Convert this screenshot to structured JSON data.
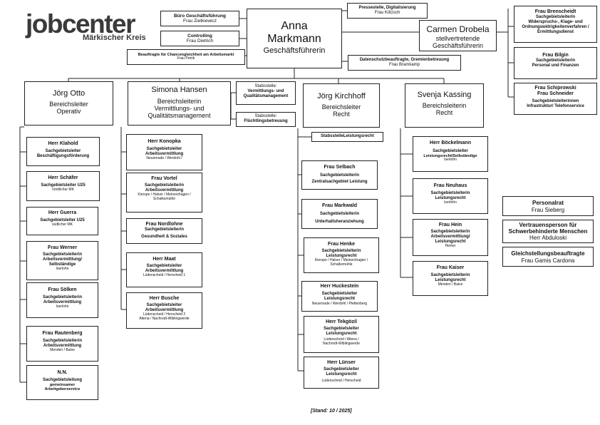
{
  "logo": {
    "name": "jobcenter",
    "region": "Märkischer Kreis"
  },
  "ceo": {
    "first": "Anna",
    "last": "Markmann",
    "title": "Geschäftsführerin"
  },
  "deputy": {
    "name": "Carmen Drobela",
    "title1": "stellvertretende",
    "title2": "Geschäftsführerin"
  },
  "staff_left": {
    "buero": {
      "title": "Büro Geschäftsführung",
      "name": "Frau Zietkiewicz"
    },
    "controlling": {
      "title": "Controlling",
      "name": "Frau Dietrich"
    },
    "chancen": {
      "title": "Beauftragte für Chancengleichheit am Arbeitsmarkt",
      "name": "Frau Petrik"
    }
  },
  "staff_mid": {
    "presse": {
      "title": "Pressestelle, Digitalisierung",
      "name": "Frau Kötzsch"
    },
    "datenschutz": {
      "title": "Datenschutzbeauftragte, Gremienbetreuung",
      "name": "Frau Bramkamp"
    }
  },
  "staff_right": {
    "brenscheidt": {
      "name": "Frau Brenscheidt",
      "l1": "Sachgebietsleiterin",
      "l2": "Widerspruchs-, Klage- und",
      "l3": "Ordnungswidrigkeitenverfahren /",
      "l4": "Ermittlungsdienst"
    },
    "bilgin": {
      "name": "Frau Bilgin",
      "l1": "Sachgebietsleiterin",
      "l2": "Personal und Finanzen"
    },
    "schiprowski": {
      "name1": "Frau Schiprowski",
      "name2": "Frau Schneider",
      "l1": "Sachgebietsleiterinnen",
      "l2": "Infrastruktur/ Telefonservice"
    }
  },
  "otto": {
    "head": {
      "name": "Jörg Otto",
      "role": "Bereichsleiter",
      "area": "Operativ"
    },
    "units": [
      {
        "name": "Herr Klahold",
        "l1": "Sachgebietsleiter",
        "l2": "Beschäftigungsförderung",
        "l3": ""
      },
      {
        "name": "Herr Schäfer",
        "l1": "Sachgebietsleiter U25",
        "l2": "nördlicher MK",
        "l3": ""
      },
      {
        "name": "Herr Guerra",
        "l1": "Sachgebietsleiter U25",
        "l2": "südlicher MK",
        "l3": ""
      },
      {
        "name": "Frau Werner",
        "l1": "Sachgebietsleiterin",
        "l2": "Arbeitsvermittlung/",
        "l3": "Selbständige",
        "l4": "Iserlohn"
      },
      {
        "name": "Frau Sölken",
        "l1": "Sachgebietsleiterin",
        "l2": "Arbeitsvermittlung",
        "l3": "Iserlohn"
      },
      {
        "name": "Frau Rautenberg",
        "l1": "Sachgebietsleiterin",
        "l2": "Arbeitsvermittlung",
        "l3": "Menden / Balve"
      },
      {
        "name": "N.N.",
        "l1": "Sachgebietsleitung",
        "l2": "gemeinsamer",
        "l3": "Arbeitgeberservice"
      }
    ]
  },
  "hansen": {
    "head": {
      "name": "Simona Hansen",
      "role": "Bereichsleiterin",
      "area1": "Vermittlungs- und",
      "area2": "Qualitätsmanagement"
    },
    "stab1": {
      "title": "Stabsstelle:",
      "l1": "Vermittlungs- und",
      "l2": "Qualitätsmanagement"
    },
    "stab2": {
      "title": "Stabsstelle:",
      "l1": "Flüchtlingsbetreuung"
    },
    "units": [
      {
        "name": "Herr Konopka",
        "l1": "Sachgebietsleiter",
        "l2": "Arbeitsvermittlung",
        "l3": "Neuenrade / Werdohl /"
      },
      {
        "name": "Frau Vortel",
        "l1": "Sachgebietsleiterin",
        "l2": "Arbeitsvermittlung",
        "l3": "Kierspe / Halver / Meinerzhagen /",
        "l4": "Schalksmühle"
      },
      {
        "name": "Frau Nordlohne",
        "l1": "Sachgebietsleiterin",
        "l2": "Gesundheit & Soziales"
      },
      {
        "name": "Herr Maat",
        "l1": "Sachgebietsleiter",
        "l2": "Arbeitsvermittlung",
        "l3": "Lüdenscheid / Herscheid 1"
      },
      {
        "name": "Herr Busche",
        "l1": "Sachgebietsleiter",
        "l2": "Arbeitsvermittlung",
        "l3": "Lüdenscheid / Herscheid 2",
        "l4": "Altena / Nachrodt-Wiblingwerde"
      }
    ]
  },
  "kirchhoff": {
    "head": {
      "name": "Jörg Kirchhoff",
      "role": "Bereichsleiter",
      "area": "Recht"
    },
    "stab": {
      "title": "StabsstelleLeistungsrecht"
    },
    "units": [
      {
        "name": "Frau Selbach",
        "l1": "Sachgebietsleiterin",
        "l2": "Zentralsachgebiet Leistung"
      },
      {
        "name": "Frau Markwald",
        "l1": "Sachgebietsleiterin",
        "l2": "Unterhaltsheranziehung"
      },
      {
        "name": "Frau Henke",
        "l1": "Sachgebietsleiterin",
        "l2": "Leistungsrecht",
        "l3": "Kierspe / Halver / Meinerzhagen /",
        "l4": "Schalksmühle"
      },
      {
        "name": "Herr Huckestein",
        "l1": "Sachgebietsleiter",
        "l2": "Leistungsrecht",
        "l3": "Neuenrade / Werdohl / Plettenberg"
      },
      {
        "name": "Herr Tekgözil",
        "l1": "Sachgebietsleiter",
        "l2": "Leistungsrecht",
        "l3": "Lüdenscheid / Altena /",
        "l4": "Nachrodt-Wiblingwerde"
      },
      {
        "name": "Herr Lünser",
        "l1": "Sachgebietsleiter",
        "l2": "Leistungsrecht",
        "l3": "Lüdenscheid / Herscheid"
      }
    ]
  },
  "kassing": {
    "head": {
      "name": "Svenja Kassing",
      "role": "Bereichsleiterin",
      "area": "Recht"
    },
    "units": [
      {
        "name": "Herr Böckelmann",
        "l1": "Sachgebietsleiter",
        "l2": "Leistungsrecht/Selbständige",
        "l3": "Iserlohn"
      },
      {
        "name": "Frau Neuhaus",
        "l1": "Sachgebietsleiterin",
        "l2": "Leistungsrecht",
        "l3": "Iserlohn"
      },
      {
        "name": "Frau Hein",
        "l1": "Sachgebietsleiterin",
        "l2": "Arbeitsvermittlung/",
        "l3": "Leistungsrecht",
        "l4": "Hemer"
      },
      {
        "name": "Frau Kaiser",
        "l1": "Sachgebietsleiterin",
        "l2": "Leistungsrecht",
        "l3": "Menden / Balve"
      }
    ]
  },
  "reps": {
    "personalrat": {
      "title": "Personalrat",
      "name": "Frau Sieberg"
    },
    "vertrauen": {
      "title1": "Vertrauensperson für",
      "title2": "Schwerbehinderte Menschen",
      "name": "Herr Abduloski"
    },
    "gleichstellung": {
      "title": "Gleichstellungsbeauftragte",
      "name": "Frau Gamis Cardona"
    }
  },
  "footer": {
    "stand": "[Stand: 10 / 2025]"
  }
}
